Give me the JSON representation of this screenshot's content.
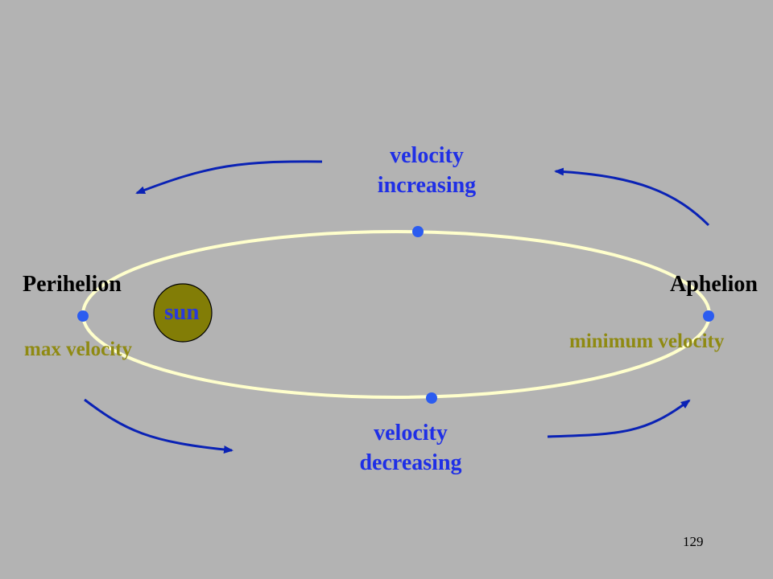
{
  "labels": {
    "velocity_increasing": [
      "velocity",
      "increasing"
    ],
    "velocity_decreasing": [
      "velocity",
      "decreasing"
    ],
    "perihelion": "Perihelion",
    "aphelion": "Aphelion",
    "sun": "sun",
    "max_velocity": "max velocity",
    "minimum_velocity": "minimum velocity"
  },
  "page_number": "129",
  "colors": {
    "background": "#b3b3b3",
    "orbit": "#ffffcc",
    "point": "#2b5cf0",
    "arrow": "#0a22b5",
    "sun_fill": "#827d06",
    "label_blue": "#1f2fe6",
    "label_olive": "#8f8a12"
  }
}
